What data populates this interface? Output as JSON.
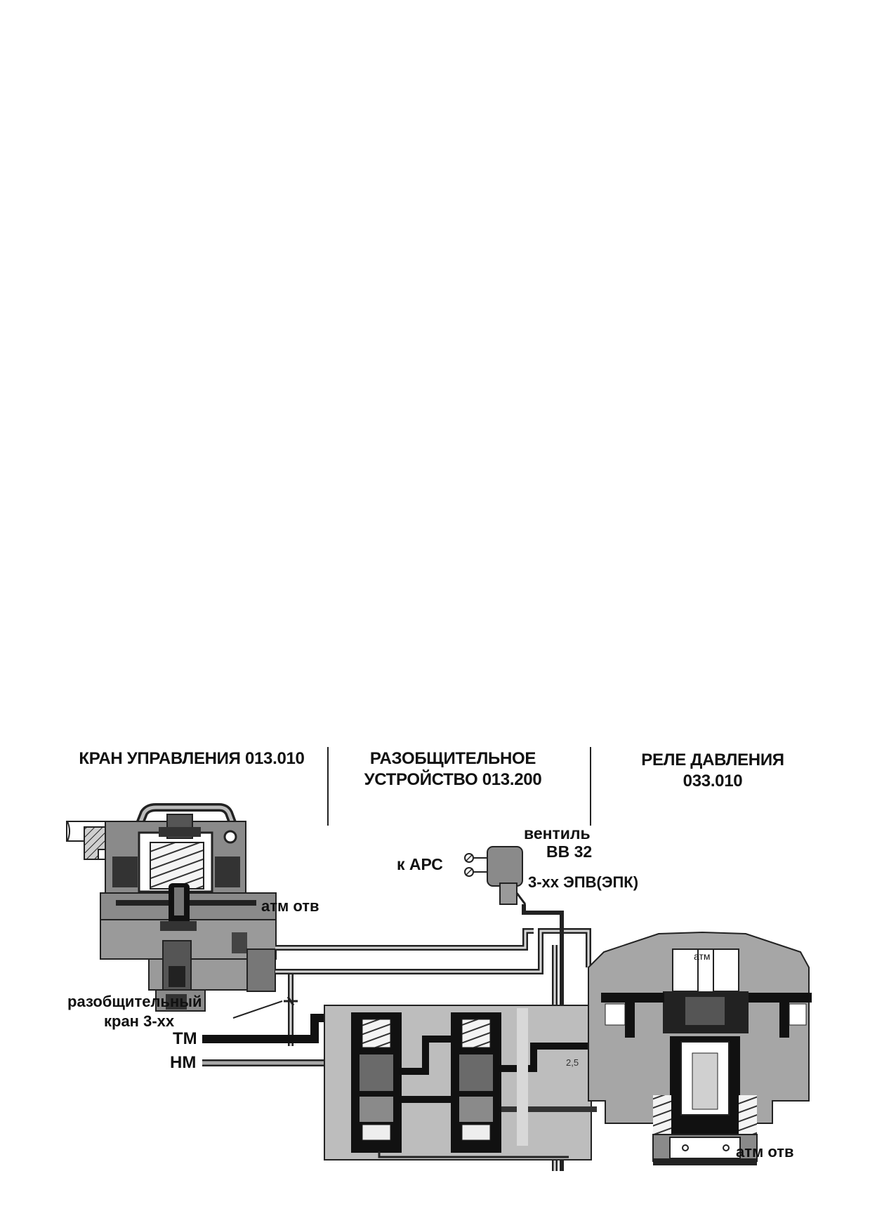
{
  "headers": {
    "control_valve": "КРАН УПРАВЛЕНИЯ 013.010",
    "isolating_device_line1": "РАЗОБЩИТЕЛЬНОЕ",
    "isolating_device_line2": "УСТРОЙСТВО 013.200",
    "pressure_relay_line1": "РЕЛЕ ДАВЛЕНИЯ",
    "pressure_relay_line2": "033.010"
  },
  "labels": {
    "valve_title_line1": "вентиль",
    "valve_title_line2": "ВВ 32",
    "to_ars": "к АРС",
    "epv": "3-хх ЭПВ(ЭПК)",
    "atm_top": "атм отв",
    "isolating_cock_line1": "разобщительный",
    "isolating_cock_line2": "кран 3-хх",
    "tm": "ТМ",
    "nm": "НМ",
    "atm_relay": "атм",
    "atm_bottom": "атм отв",
    "value_25": "2,5"
  }
}
